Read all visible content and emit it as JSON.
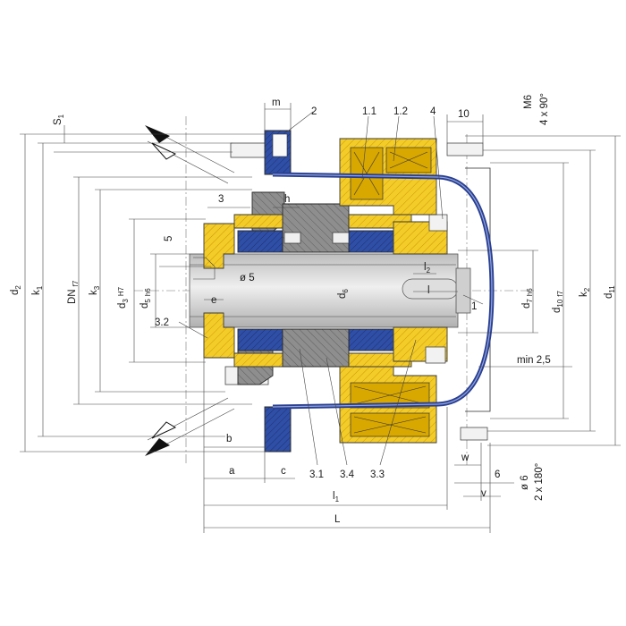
{
  "figure": {
    "colors": {
      "yellow": "#f4cc2a",
      "yellow_dark": "#d8a700",
      "blue": "#2f4fa6",
      "blue_dark": "#1c2f70",
      "grey": "#8a8a8a",
      "grey_light": "#d2d2d2",
      "cable": "#2a3f8f",
      "line": "#2b2b2b"
    },
    "labels": {
      "d2": "d",
      "d2_sub": "2",
      "k1": "k",
      "k1_sub": "1",
      "DN": "DN",
      "DN_sub": "f7",
      "k3": "k",
      "k3_sub": "3",
      "d3": "d",
      "d3_sub": "3",
      "d3_tol": "H7",
      "d5": "d",
      "d5_sub": "5",
      "d5_tol": "h6",
      "S1": "S",
      "S1_sub": "1",
      "m": "m",
      "two": "2",
      "three": "3",
      "h": "h",
      "five": "5",
      "dia5": "ø 5",
      "e": "e",
      "d6": "d",
      "d6_sub": "6",
      "l2": "l",
      "l2_sub": "2",
      "l": "l",
      "one": "1",
      "p11": "1.1",
      "p12": "1.2",
      "p4": "4",
      "ten": "10",
      "M6": "M6",
      "M6_angle": "4 x 90°",
      "d7": "d",
      "d7_sub": "7",
      "d7_tol": "h6",
      "d10": "d",
      "d10_sub": "10",
      "d10_tol": "f7",
      "k2": "k",
      "k2_sub": "2",
      "d11": "d",
      "d11_sub": "11",
      "p32": "3.2",
      "min25": "min 2,5",
      "b": "b",
      "a": "a",
      "c": "c",
      "p31": "3.1",
      "p34": "3.4",
      "p33": "3.3",
      "w": "w",
      "six": "6",
      "v": "v",
      "dia6": "ø 6",
      "dia6_angle": "2 x 180°",
      "l1": "l",
      "l1_sub": "1",
      "L": "L"
    }
  }
}
